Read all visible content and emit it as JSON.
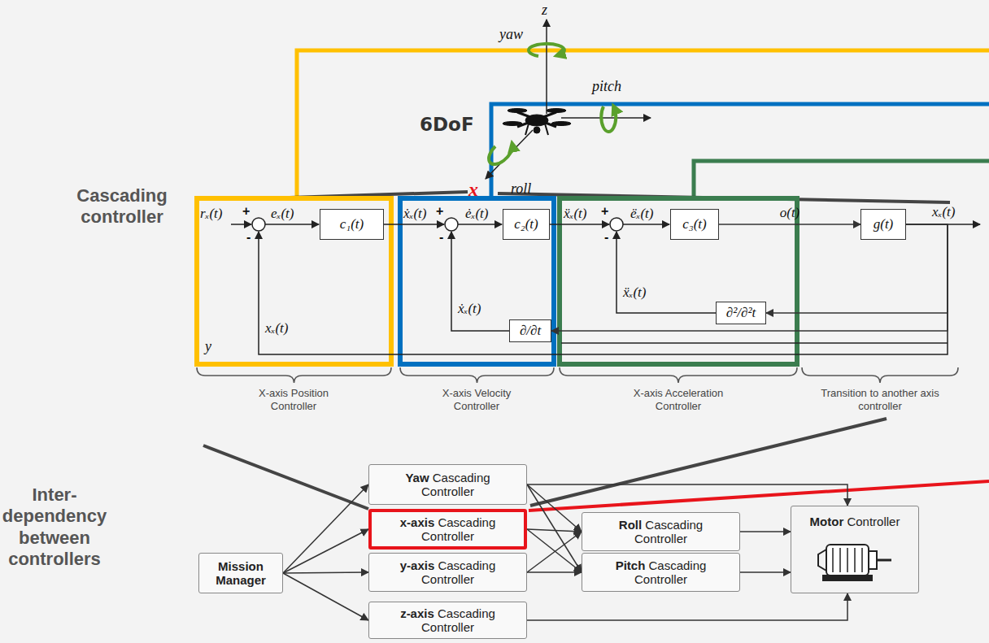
{
  "diagram": {
    "nodes": [
      {
        "text": [
          "c₁(t)"
        ]
      },
      {
        "text": [
          "c₂(t)"
        ]
      },
      {
        "text": [
          "c₃(t)"
        ]
      },
      {
        "text": [
          "g(t)"
        ]
      },
      {
        "text": [
          "∂²/∂²t"
        ]
      },
      {
        "text": [
          "∂/∂t"
        ]
      },
      {
        "text": [
          "Mission Manager"
        ]
      },
      {
        "text": [
          "Yaw Cascading Controller"
        ]
      },
      {
        "text": [
          "x-axis Cascading Controller"
        ]
      },
      {
        "text": [
          "y-axis Cascading Controller"
        ]
      },
      {
        "text": [
          "z-axis Cascading Controller"
        ]
      },
      {
        "text": [
          "Roll Cascading Controller"
        ]
      },
      {
        "text": [
          "Pitch Cascading Controller"
        ]
      },
      {
        "text": [
          "Motor Controller"
        ]
      }
    ],
    "edges": [
      {
        "from": 2,
        "to": 3,
        "arrow": "to",
        "label": "o(t)"
      },
      {
        "from": 3,
        "to": 4,
        "arrow": "to"
      },
      {
        "from": 3,
        "to": 5,
        "arrow": "to"
      },
      {
        "from": 6,
        "to": 7,
        "arrow": "to"
      },
      {
        "from": 6,
        "to": 8,
        "arrow": "to"
      },
      {
        "from": 6,
        "to": 9,
        "arrow": "to"
      },
      {
        "from": 6,
        "to": 10,
        "arrow": "to"
      },
      {
        "from": 7,
        "to": 11,
        "arrow": "to"
      },
      {
        "from": 7,
        "to": 12,
        "arrow": "to"
      },
      {
        "from": 8,
        "to": 11,
        "arrow": "to"
      },
      {
        "from": 8,
        "to": 12,
        "arrow": "to"
      },
      {
        "from": 9,
        "to": 11,
        "arrow": "to"
      },
      {
        "from": 9,
        "to": 12,
        "arrow": "to"
      },
      {
        "from": 7,
        "to": 13,
        "arrow": "to"
      },
      {
        "from": 11,
        "to": 13,
        "arrow": "to"
      },
      {
        "from": 12,
        "to": 13,
        "arrow": "to"
      },
      {
        "from": 10,
        "to": 13,
        "arrow": "to"
      }
    ],
    "labels": [
      "z",
      "yaw",
      "pitch",
      "6DoF",
      "x",
      "roll",
      "Cascading controller",
      "rₓ(t)",
      "+",
      "eₓ(t)",
      "-",
      "y",
      "xₓ(t)",
      "ẋₓ(t)",
      "+",
      "ėₓ(t)",
      "-",
      "ẋₓ(t)",
      "ẍₓ(t)",
      "+",
      "ëₓ(t)",
      "-",
      "ẍₓ(t)",
      "xₓ(t)",
      "X-axis Position Controller",
      "X-axis Velocity Controller",
      "X-axis Acceleration Controller",
      "Transition to another axis controller",
      "Inter-dependency between controllers"
    ]
  }
}
